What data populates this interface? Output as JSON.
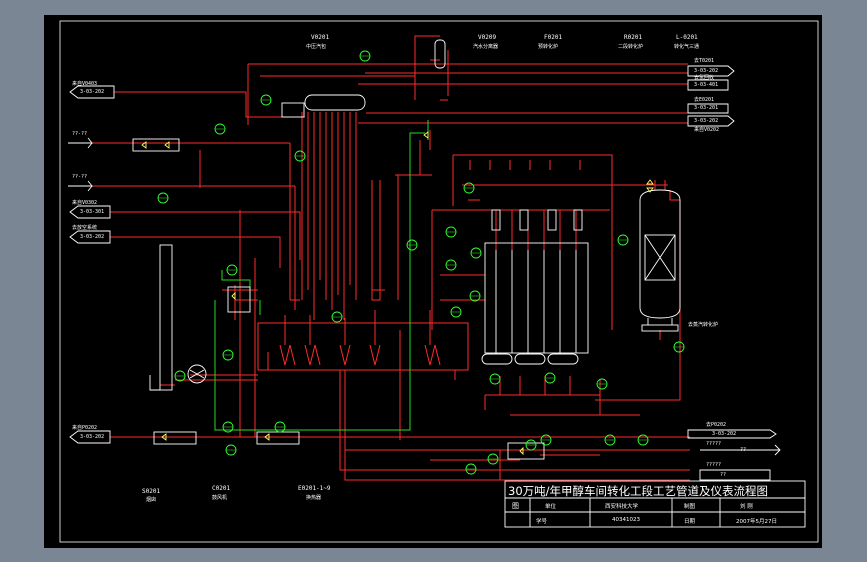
{
  "colors": {
    "outer_bg": "#7a8694",
    "canvas": "#000000",
    "process_line": "#ff2a2a",
    "utility_line": "#22dd22",
    "equipment": "#ffffff",
    "instrument": "#33ff33",
    "valve": "#ffff66"
  },
  "equipment_tags": {
    "v0201": "V0201",
    "v0201_name": "中压汽包",
    "v0209": "V0209",
    "v0209_name": "汽水分离器",
    "f0201": "F0201",
    "f0201_name": "预转化炉",
    "r0201": "R0201",
    "r0201_name": "二段转化炉",
    "l0201": "L-0201",
    "l0201_name": "转化气三通"
  },
  "connectors_left": [
    {
      "from": "来自V0403",
      "sheet": "3-03-202"
    },
    {
      "tag": "??-??"
    },
    {
      "tag": "??-??"
    },
    {
      "from": "来自V0302",
      "sheet": "3-03-301"
    },
    {
      "from": "去放空系统",
      "sheet": "3-03-202"
    },
    {
      "from": "来自P0202",
      "sheet": "3-03-202"
    }
  ],
  "connectors_right": [
    {
      "to": "去T0201",
      "sheet": "3-03-202"
    },
    {
      "to": "去氢回收",
      "sheet": "3-03-401"
    },
    {
      "to": "去E0201",
      "sheet": "3-03-201"
    },
    {
      "to": "去E0201",
      "sheet": "3-03-202"
    },
    {
      "from": "来自V0202"
    },
    {
      "to": "去P0202",
      "sheet": "3-03-202"
    },
    {
      "tag": "?????",
      "sheet": "??"
    },
    {
      "tag": "?????",
      "sheet": "??"
    }
  ],
  "bottom_tags": {
    "s0201": "S0201",
    "s0201_name": "烟囱",
    "c0201": "C0201",
    "c0201_name": "鼓风机",
    "e0201": "E0201-1~9",
    "e0201_name": "换热器"
  },
  "side_label": "去蒸汽转化炉",
  "title_block": {
    "title": "30万吨/年甲醇车间转化工段工艺管道及仪表流程图",
    "fig": "图",
    "unit_label": "单位",
    "unit_value": "西安科技大学",
    "drawn_label": "制图",
    "drawn_value": "刘  刚",
    "student_label": "学号",
    "student_value": "40341023",
    "date_label": "日期",
    "date_value": "2007年5月27日"
  }
}
